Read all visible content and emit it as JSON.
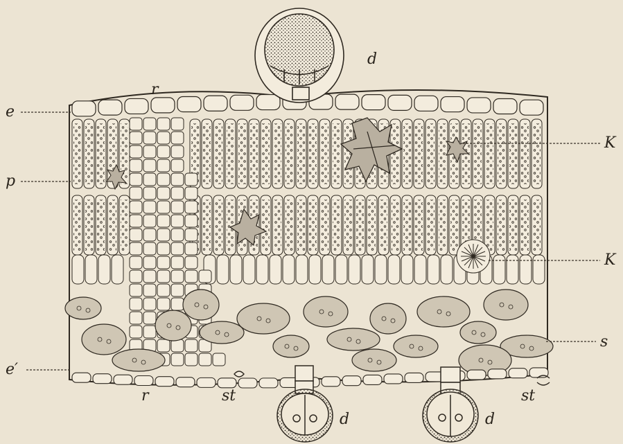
{
  "figure": {
    "labels": {
      "e": "e",
      "e_prime": "e′",
      "p": "p",
      "r_top": "r",
      "r_bottom": "r",
      "d_top": "d",
      "d_left": "d",
      "d_right": "d",
      "K_upper": "K",
      "K_lower": "K",
      "s": "s",
      "st_left": "st",
      "st_right": "st"
    }
  },
  "colors": {
    "paper": "#ece4d3",
    "ink": "#2e2820",
    "cell_fill": "#f3ecdd",
    "spongy_fill": "#cfc6b4"
  }
}
